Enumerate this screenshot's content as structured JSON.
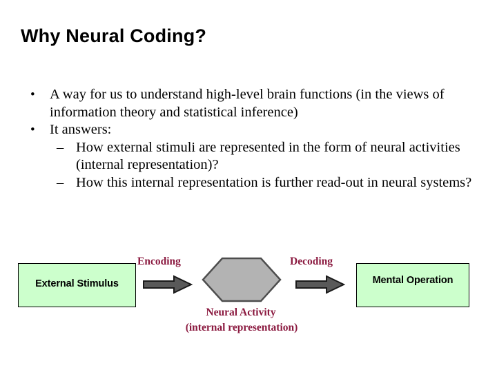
{
  "slide": {
    "title": "Why Neural Coding?",
    "bullets": [
      {
        "level": 1,
        "marker": "•",
        "text": "A way for us to understand high-level brain functions (in the views of information theory and statistical inference)"
      },
      {
        "level": 1,
        "marker": "•",
        "text": "It answers:"
      },
      {
        "level": 2,
        "marker": "–",
        "text": "How external stimuli are represented in the form of neural activities (internal representation)?"
      },
      {
        "level": 2,
        "marker": "–",
        "text": "How this internal representation is further read-out in neural systems?"
      }
    ]
  },
  "diagram": {
    "boxes": {
      "external_stimulus": "External Stimulus",
      "mental_operation": "Mental Operation"
    },
    "arrows": {
      "encoding": "Encoding",
      "decoding": "Decoding"
    },
    "node": {
      "caption_line1": "Neural Activity",
      "caption_line2": "(internal representation)"
    },
    "colors": {
      "box_fill": "#ccffcc",
      "box_border": "#000000",
      "hexagon_fill": "#b3b3b3",
      "hexagon_border": "#4d4d4d",
      "arrow_fill": "#595959",
      "arrow_border": "#1a1a1a",
      "caption_text": "#8b1a40",
      "title_text": "#000000",
      "body_text": "#000000",
      "background": "#ffffff"
    }
  }
}
